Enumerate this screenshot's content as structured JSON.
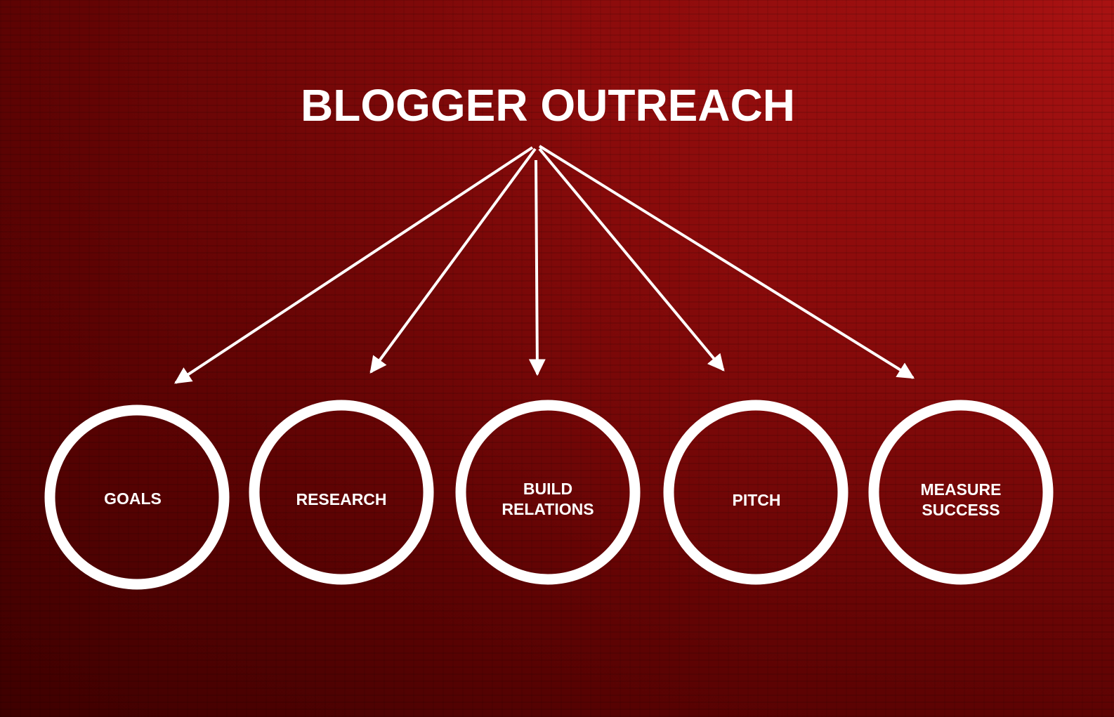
{
  "title": "BLOGGER OUTREACH",
  "nodes": [
    {
      "line1": "GOALS",
      "line2": ""
    },
    {
      "line1": "RESEARCH",
      "line2": ""
    },
    {
      "line1": "BUILD",
      "line2": "RELATIONS"
    },
    {
      "line1": "PITCH",
      "line2": ""
    },
    {
      "line1": "MEASURE",
      "line2": "SUCCESS"
    }
  ],
  "colors": {
    "foreground": "#ffffff",
    "background": "#7a0808"
  }
}
